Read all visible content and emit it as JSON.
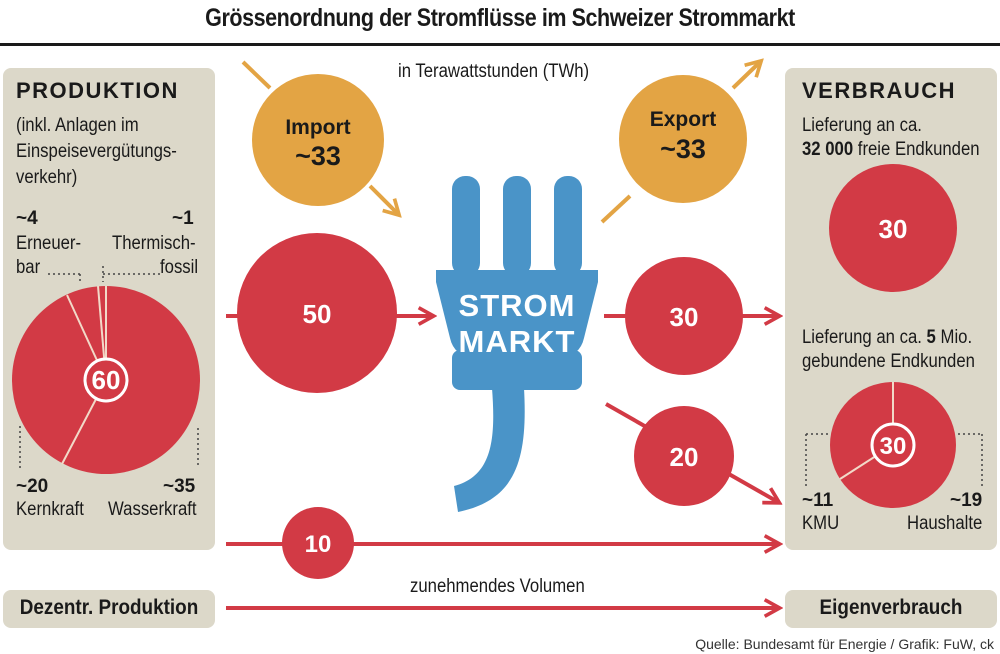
{
  "title": "Grössenordnung der Stromflüsse im Schweizer Strommarkt",
  "unit_note": "in Terawattstunden (TWh)",
  "produktion": {
    "heading": "PRODUKTION",
    "note_lines": [
      "(inkl. Anlagen im",
      "Einspeisevergütungs-",
      "verkehr)"
    ],
    "total": "60",
    "erneuerbar_value": "~4",
    "erneuerbar_label_lines": [
      "Erneuer-",
      "bar"
    ],
    "thermisch_value": "~1",
    "thermisch_label_lines": [
      "Thermisch-",
      "fossil"
    ],
    "kernkraft_value": "~20",
    "kernkraft_label": "Kernkraft",
    "wasserkraft_value": "~35",
    "wasserkraft_label": "Wasserkraft"
  },
  "import": {
    "label": "Import",
    "value": "~33"
  },
  "export": {
    "label": "Export",
    "value": "~33"
  },
  "strommarkt": {
    "line1": "STROM",
    "line2": "MARKT"
  },
  "flows": {
    "inflow": "50",
    "to_free": "30",
    "to_bound": "20",
    "bypass": "10"
  },
  "verbrauch": {
    "heading": "VERBRAUCH",
    "free_line1": "Lieferung an  ca.",
    "free_count": "32 000",
    "free_rest": " freie Endkunden",
    "free_value": "30",
    "bound_line1_a": "Lieferung an  ca. ",
    "bound_count": "5",
    "bound_line1_b": " Mio.",
    "bound_line2": "gebundene Endkunden",
    "bound_total": "30",
    "kmu_value": "~11",
    "kmu_label": "KMU",
    "haushalte_value": "~19",
    "haushalte_label": "Haushalte"
  },
  "bottom": {
    "left": "Dezentr. Produktion",
    "middle": "zunehmendes Volumen",
    "right": "Eigenverbrauch"
  },
  "source": "Quelle: Bundesamt für Energie / Grafik: FuW, ck",
  "colors": {
    "red": "#d23a45",
    "orange": "#e3a444",
    "blue": "#4a94c8",
    "panel": "#dcd8c9"
  }
}
